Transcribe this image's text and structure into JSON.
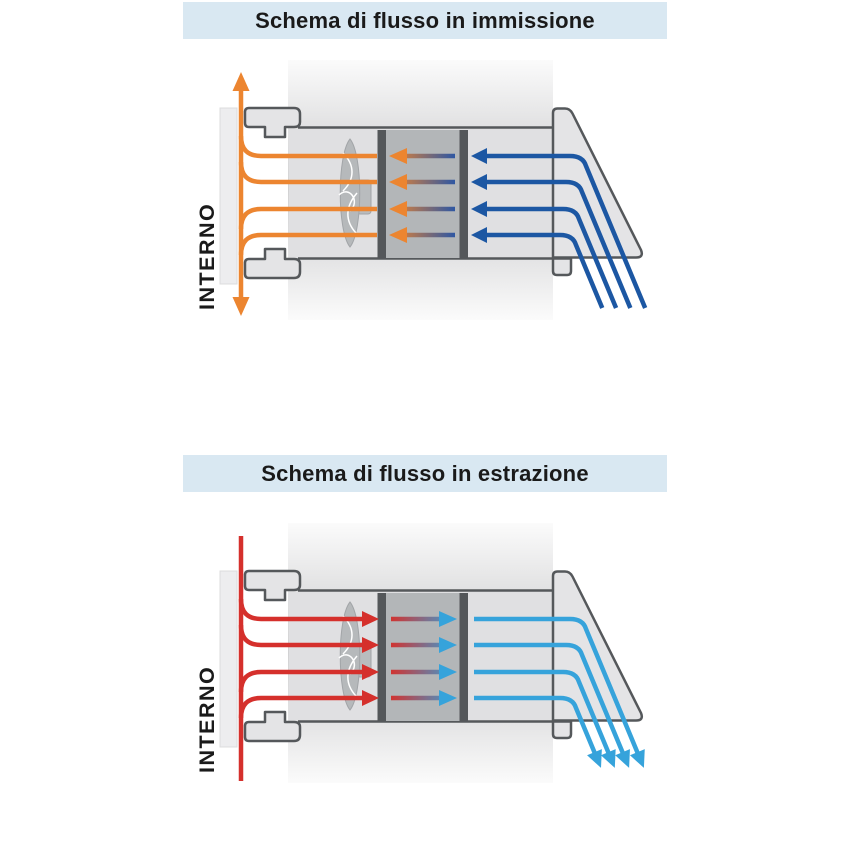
{
  "page": {
    "background": "#FFFFFF"
  },
  "shared": {
    "title_bg": "#D9E8F2",
    "text_color": "#1A1A1A",
    "outline": "#55585B",
    "unit_fill": "#E0E0E2",
    "hood_fill": "#E4E4E6",
    "cap_fill": "#E4E4E6",
    "core_fill": "#B3B6B8",
    "bar_fill": "#54575A",
    "wall_edge": "#FBFBFB",
    "wall_center": "#D2D2D3",
    "plate_fill": "#EDEDEF",
    "fan_fill": "#B6B9BB",
    "fan_detail": "#FFFFFF"
  },
  "diagrams": [
    {
      "title": "Schema di flusso in immissione",
      "side_label": "INTERNO",
      "mode": "intake",
      "flow_lines": 4,
      "colors": {
        "room_flow": "#EC8530",
        "outdoor_flow": "#1C57A3",
        "core_left": "#EC8530",
        "core_right": "#2956A6"
      }
    },
    {
      "title": "Schema di flusso in estrazione",
      "side_label": "INTERNO",
      "mode": "extraction",
      "flow_lines": 4,
      "colors": {
        "room_flow": "#D5302C",
        "outdoor_flow": "#36A3DB",
        "core_left": "#D5302C",
        "core_right": "#36A3DB"
      }
    }
  ]
}
